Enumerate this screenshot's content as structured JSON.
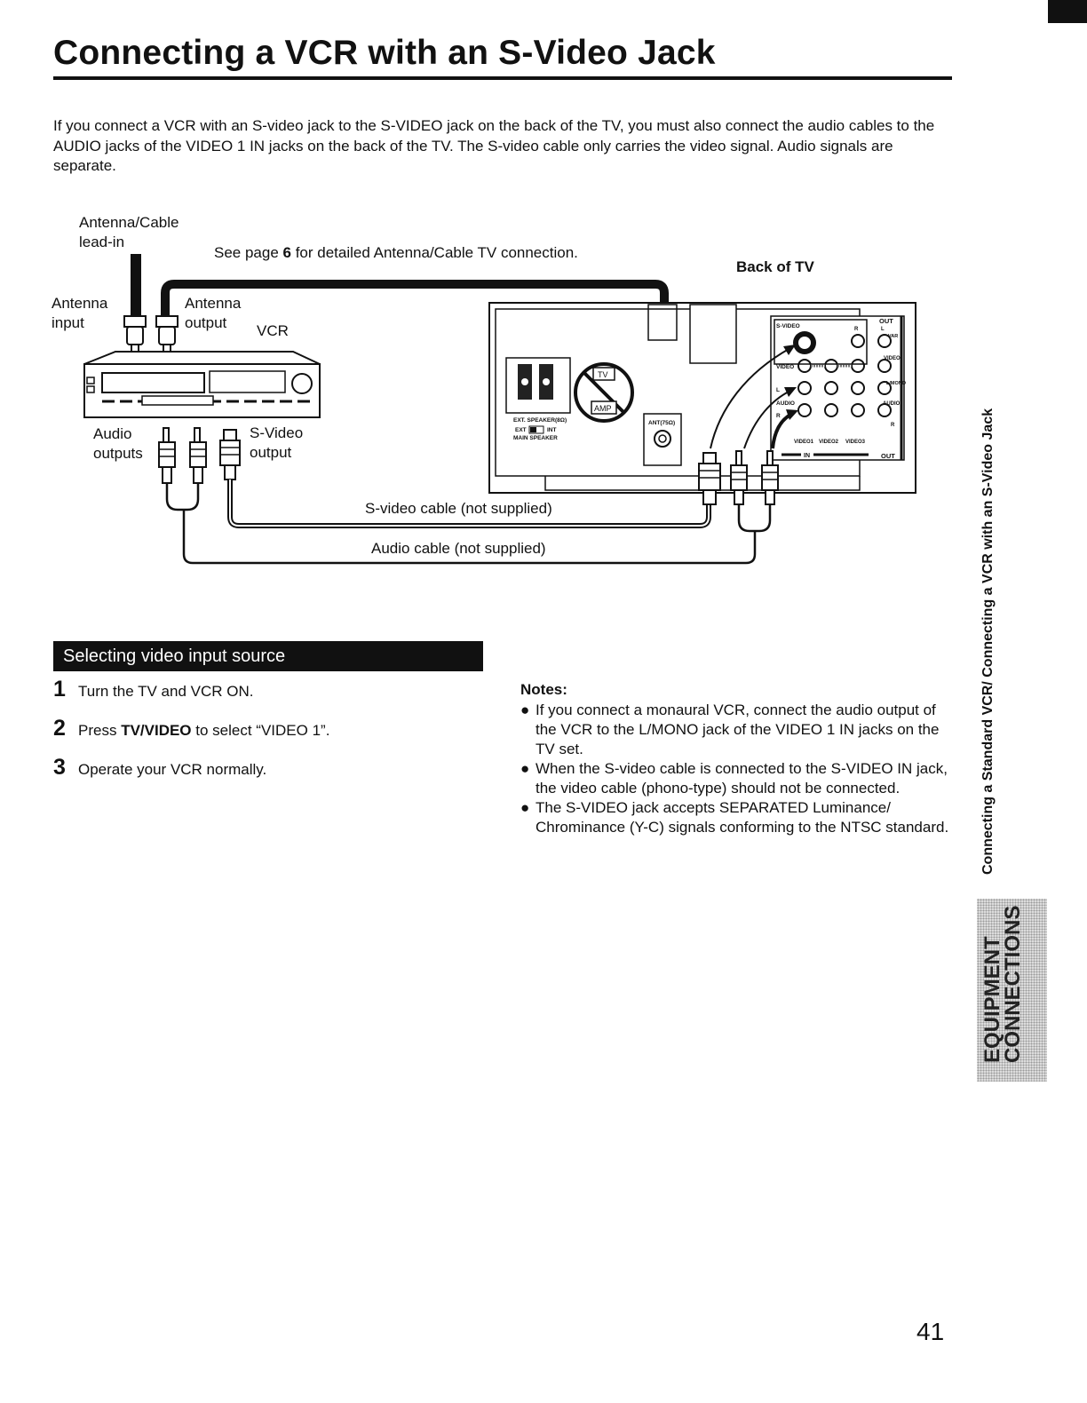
{
  "title": "Connecting a VCR with an S-Video Jack",
  "intro": "If you connect a VCR with an S-video jack to the S-VIDEO jack on the back of the TV, you must also connect the audio cables to the AUDIO jacks of the VIDEO 1 IN jacks on the back of the TV. The S-video cable only carries the video signal. Audio signals are separate.",
  "diagram": {
    "antenna_cable_line1": "Antenna/Cable",
    "antenna_cable_line2": "lead-in",
    "see_page_prefix": "See page ",
    "see_page_num": "6",
    "see_page_suffix": " for detailed Antenna/Cable TV connection.",
    "back_of_tv": "Back of TV",
    "antenna_input_line1": "Antenna",
    "antenna_input_line2": "input",
    "antenna_output_line1": "Antenna",
    "antenna_output_line2": "output",
    "vcr": "VCR",
    "audio_outputs_line1": "Audio",
    "audio_outputs_line2": "outputs",
    "svideo_output_line1": "S-Video",
    "svideo_output_line2": "output",
    "svideo_cable": "S-video cable (not supplied)",
    "audio_cable": "Audio cable (not supplied)",
    "panel": {
      "ext_speaker": "EXT. SPEAKER(8Ω)",
      "ext": "EXT",
      "int": "INT",
      "main_speaker": "MAIN SPEAKER",
      "tv": "TV",
      "amp": "AMP",
      "ant": "ANT(75Ω)",
      "svideo_jack": "S-VIDEO",
      "video": "VIDEO",
      "audio": "AUDIO",
      "out": "OUT",
      "in": "IN",
      "r": "R",
      "l": "L",
      "var": "VAR",
      "l_mono": "L/MONO",
      "video1": "VIDEO1",
      "video2": "VIDEO2",
      "video3": "VIDEO3"
    }
  },
  "section_heading": "Selecting video input source",
  "steps": {
    "s1": {
      "num": "1",
      "text": "Turn the TV and VCR ON."
    },
    "s2": {
      "num": "2",
      "pre": "Press ",
      "bold": "TV/VIDEO",
      "post": " to select “VIDEO 1”."
    },
    "s3": {
      "num": "3",
      "text": "Operate your VCR normally."
    }
  },
  "notes": {
    "title": "Notes:",
    "bullet": "●",
    "items": [
      "If you connect a monaural VCR, connect the audio output of the VCR to the L/MONO jack of the VIDEO 1 IN jacks on the TV set.",
      "When the S-video cable is connected to the S-VIDEO IN jack, the video cable (phono-type) should not be connected.",
      "The S-VIDEO jack accepts SEPARATED Luminance/ Chrominance (Y-C) signals conforming to the NTSC standard."
    ]
  },
  "side_text": "Connecting a Standard VCR/ Connecting a VCR with an S-Video Jack",
  "side_tab_line1": "EQUIPMENT",
  "side_tab_line2": "CONNECTIONS",
  "page_number": "41"
}
